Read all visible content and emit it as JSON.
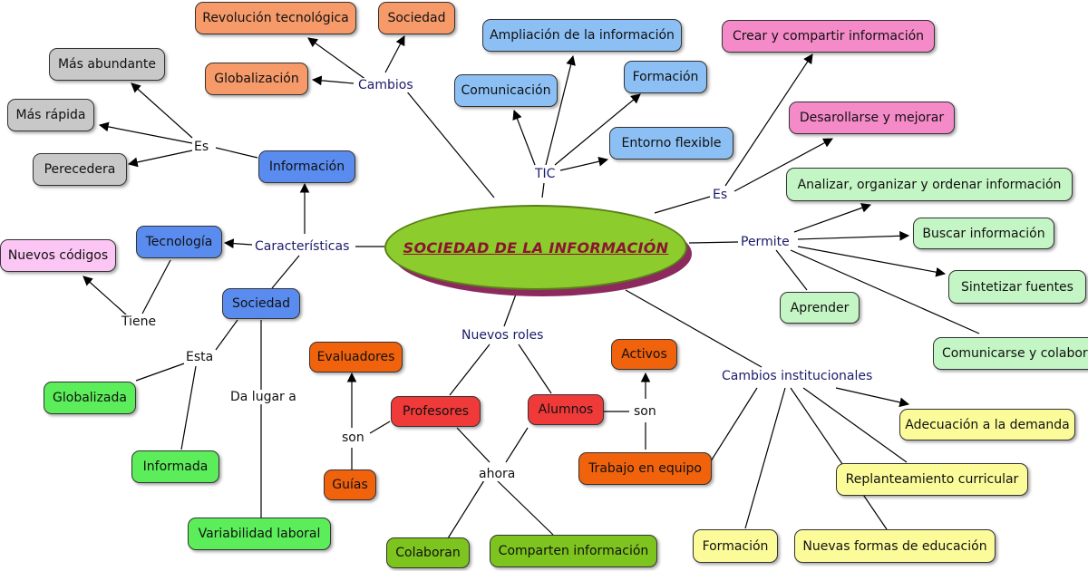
{
  "colors": {
    "orange_light": "#f79a6a",
    "orange_dark": "#f0620c",
    "blue_light": "#8cc0f5",
    "blue_dark": "#5a8cf0",
    "gray": "#c8c8c8",
    "pink": "#f58ac8",
    "pink_light": "#fbc6f3",
    "green_light": "#c4f5c4",
    "green": "#5cee5a",
    "green_olive": "#7ec41e",
    "red": "#f03a3a",
    "yellow": "#fbfb9a",
    "center_fill": "#8ccc2c",
    "center_text": "#8b1530",
    "link_label": "#1b1b6b"
  },
  "center": {
    "label": "SOCIEDAD DE LA INFORMACIÓN"
  },
  "nodes": {
    "revolucion": "Revolución tecnológica",
    "sociedad_top": "Sociedad",
    "globalizacion": "Globalización",
    "ampliacion": "Ampliación de la información",
    "comunicacion": "Comunicación",
    "formacion_tic": "Formación",
    "entorno": "Entorno flexible",
    "crear": "Crear y compartir información",
    "desarrollarse": "Desarollarse y mejorar",
    "mas_abundante": "Más abundante",
    "mas_rapida": "Más rápida",
    "perecedera": "Perecedera",
    "informacion": "Información",
    "tecnologia": "Tecnología",
    "nuevos_codigos": "Nuevos códigos",
    "sociedad": "Sociedad",
    "globalizada": "Globalizada",
    "informada": "Informada",
    "variabilidad": "Variabilidad laboral",
    "evaluadores": "Evaluadores",
    "profesores": "Profesores",
    "guias": "Guías",
    "alumnos": "Alumnos",
    "activos": "Activos",
    "trabajo": "Trabajo en equipo",
    "colaboran": "Colaboran",
    "comparten": "Comparten información",
    "analizar": "Analizar, organizar y ordenar información",
    "buscar": "Buscar información",
    "sintetizar": "Sintetizar fuentes",
    "aprender": "Aprender",
    "comunicarse": "Comunicarse y colabora",
    "adecuacion": "Adecuación a la demanda",
    "replanteamiento": "Replanteamiento curricular",
    "formacion_inst": "Formación",
    "nuevas_formas": "Nuevas formas de educación"
  },
  "links": {
    "cambios": "Cambios",
    "tic": "TIC",
    "es_right": "Es",
    "es_left": "Es",
    "caracteristicas": "Características",
    "tiene": "Tiene",
    "esta": "Esta",
    "da_lugar": "Da lugar a",
    "nuevos_roles": "Nuevos roles",
    "son_prof": "son",
    "son_alum": "son",
    "ahora": "ahora",
    "permite": "Permite",
    "cambios_inst": "Cambios institucionales"
  }
}
